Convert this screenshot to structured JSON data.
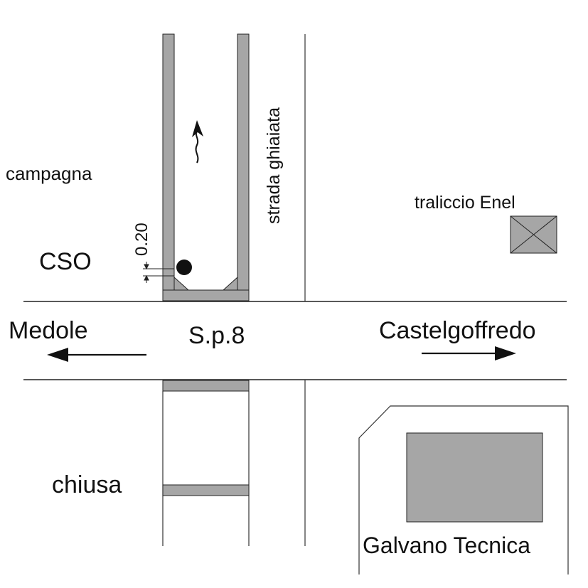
{
  "labels": {
    "campagna": "campagna",
    "cso": "CSO",
    "dimension": "0.20",
    "road_name": "S.p.8",
    "strada": "strada ghiaiata",
    "traliccio": "traliccio Enel",
    "medole": "Medole",
    "castelgoffredo": "Castelgoffredo",
    "chiusa": "chiusa",
    "galvano": "Galvano Tecnica"
  },
  "colors": {
    "line": "#333333",
    "fill": "#a6a6a6",
    "background": "#ffffff"
  }
}
